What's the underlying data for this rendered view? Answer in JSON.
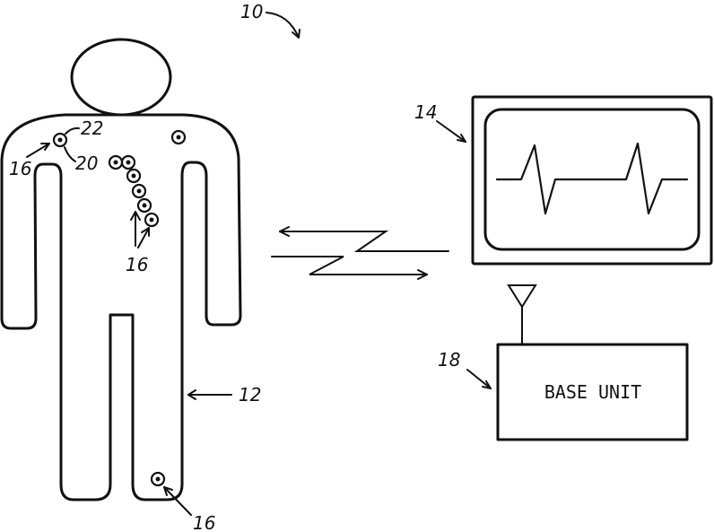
{
  "figure": {
    "system_ref": "10",
    "body_ref": "12",
    "monitor_ref": "14",
    "sensor_ref_upper_left": "16",
    "sensor_ref_chest": "16",
    "sensor_ref_leg": "16",
    "base_unit_ref": "18",
    "electrode_ref_20": "20",
    "electrode_ref_22": "22",
    "base_unit_label": "BASE UNIT"
  },
  "colors": {
    "ink": "#111111",
    "paper": "#ffffff"
  }
}
